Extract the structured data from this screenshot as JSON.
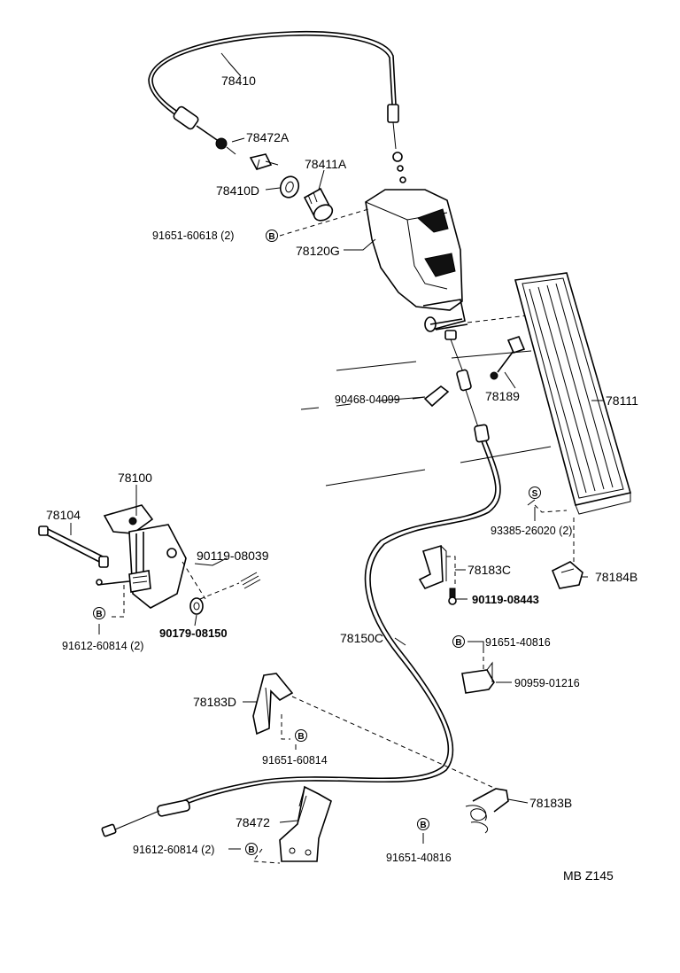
{
  "labels": {
    "p78410": "78410",
    "p78472A": "78472A",
    "p78411A": "78411A",
    "p78410D": "78410D",
    "p91651_60618": "91651-60618 (2)",
    "p78120G": "78120G",
    "p90468": "90468-04099",
    "p78189": "78189",
    "p78111": "78111",
    "p78100": "78100",
    "p78104": "78104",
    "p90119_08039": "90119-08039",
    "p90179": "90179-08150",
    "p91612_a": "91612-60814 (2)",
    "p93385": "93385-26020 (2)",
    "p78183C": "78183C",
    "p78184B": "78184B",
    "p90119_08443": "90119-08443",
    "p78150C": "78150C",
    "p91651_40816_a": "91651-40816",
    "p90959": "90959-01216",
    "p78183D": "78183D",
    "p91651_60814": "91651-60814",
    "p78183B": "78183B",
    "p78472": "78472",
    "p91612_b": "91612-60814 (2)",
    "p91651_40816_b": "91651-40816",
    "code": "MB  Z145"
  },
  "symbols": {
    "bolt": "B",
    "screw": "S"
  }
}
